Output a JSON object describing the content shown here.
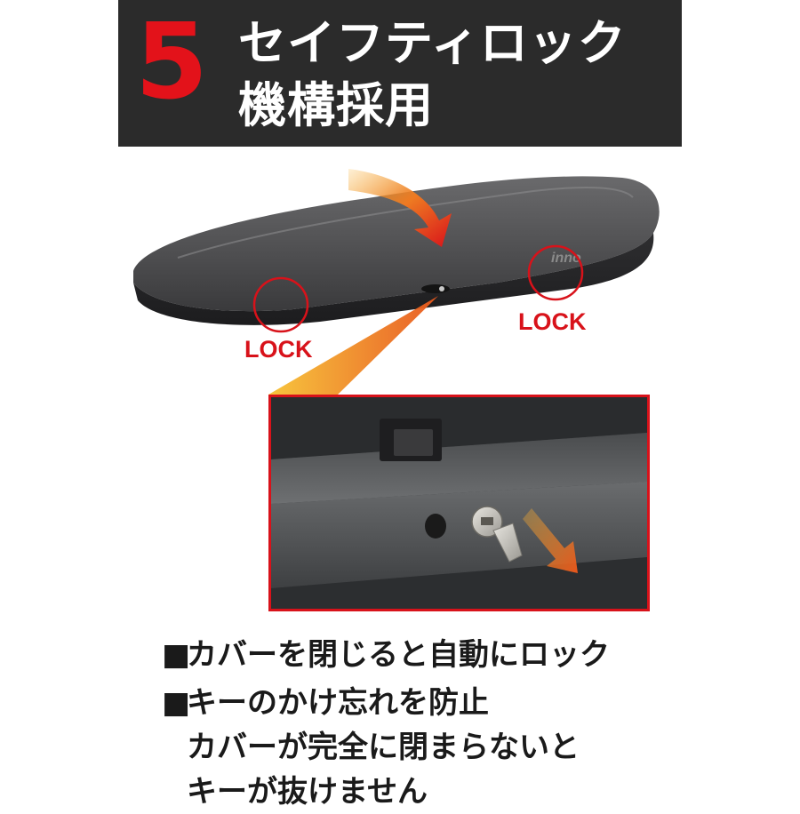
{
  "header": {
    "number": "5",
    "line1": "セイフティロック",
    "line2": "機構採用"
  },
  "illustration": {
    "brand_mark": "inno",
    "lock_left": "LOCK",
    "lock_right": "LOCK"
  },
  "bullets": [
    {
      "mark": "■",
      "lines": [
        "カバーを閉じると自動にロック"
      ]
    },
    {
      "mark": "■",
      "lines": [
        "キーのかけ忘れを防止",
        "カバーが完全に閉まらないと",
        "キーが抜けません"
      ]
    }
  ],
  "colors": {
    "accent_red": "#d8121a",
    "header_bg": "#2b2b2b",
    "arrow_orange": "#e8561c"
  }
}
